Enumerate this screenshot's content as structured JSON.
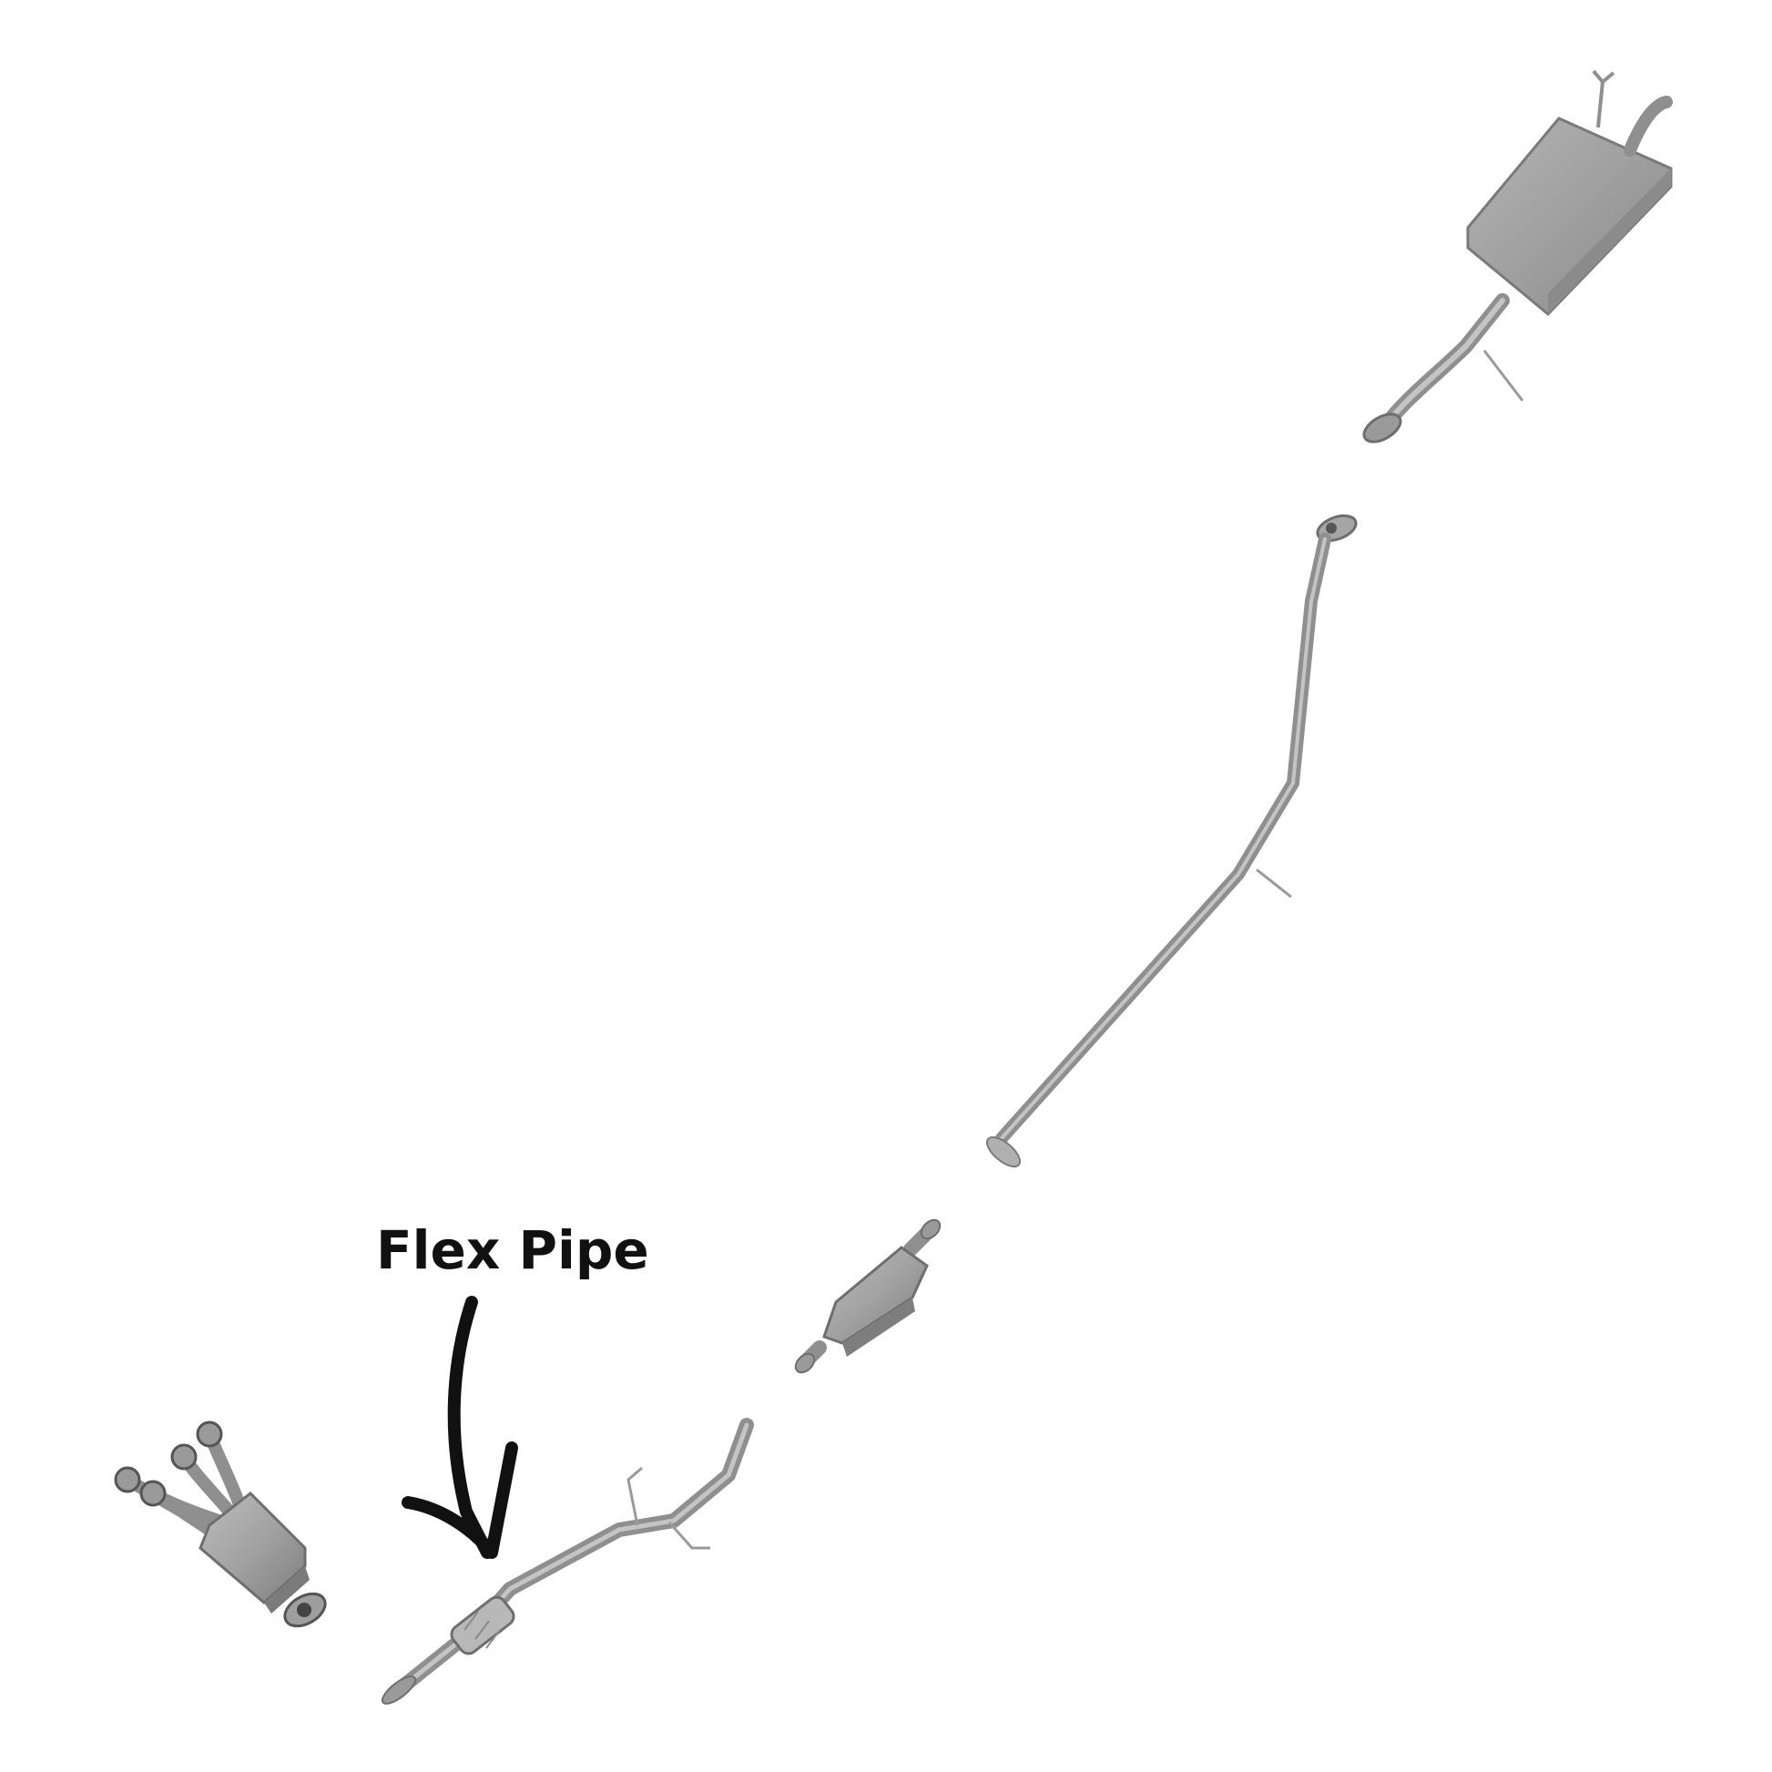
{
  "callout": {
    "label": "Flex Pipe",
    "color": "#111111"
  },
  "components": [
    {
      "name": "exhaust-manifold-with-catalytic-converter"
    },
    {
      "name": "front-pipe-with-flex-pipe"
    },
    {
      "name": "catalytic-converter"
    },
    {
      "name": "intermediate-pipe"
    },
    {
      "name": "muffler-with-tailpipe"
    }
  ],
  "colors": {
    "pipe": "#9a9a9a",
    "pipe_dark": "#6f6f6f",
    "pipe_light": "#c9c9c9",
    "background": "#ffffff"
  }
}
